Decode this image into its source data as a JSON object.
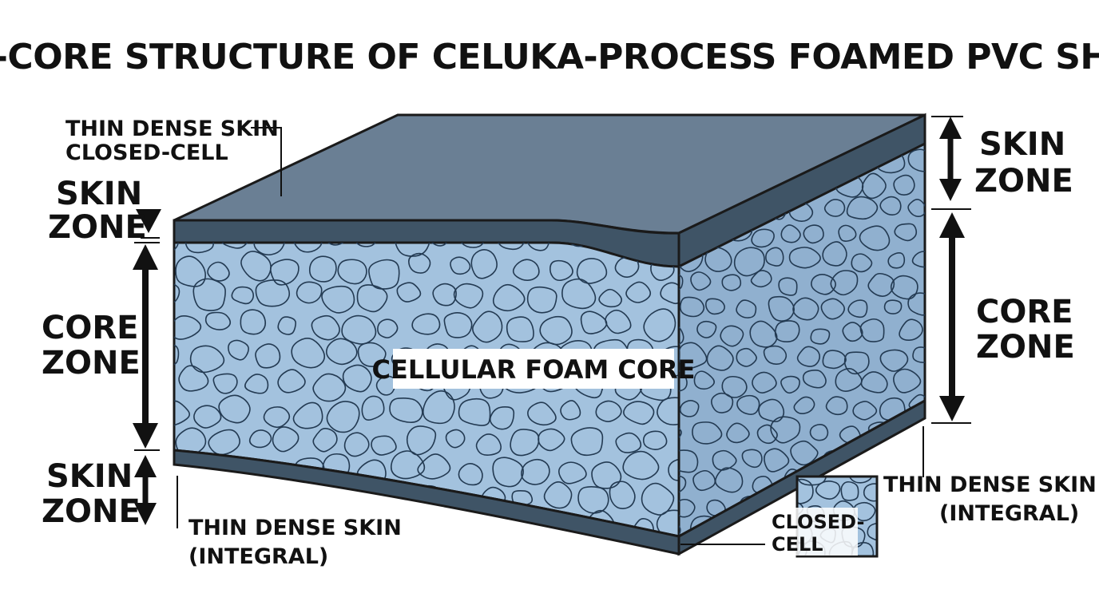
{
  "title": "SKIN-CORE STRUCTURE OF CELUKA-PROCESS FOAMED PVC SHEET",
  "labels": {
    "top_skin_note_line1": "THIN DENSE SKIN",
    "top_skin_note_line2": "CLOSED-CELL",
    "left_skin_top_line1": "SKIN",
    "left_skin_top_line2": "ZONE",
    "left_core_line1": "CORE",
    "left_core_line2": "ZONE",
    "left_skin_bottom_line1": "SKIN",
    "left_skin_bottom_line2": "ZONE",
    "bottom_skin_note_line1": "THIN DENSE SKIN",
    "bottom_skin_note_line2": "(INTEGRAL)",
    "center_label": "CELLULAR FOAM CORE",
    "right_skin_line1": "SKIN",
    "right_skin_line2": "ZONE",
    "right_core_line1": "CORE",
    "right_core_line2": "ZONE",
    "right_skin_note_line1": "THIN DENSE SKIN",
    "right_skin_note_line2": "(INTEGRAL)",
    "closed_cell_line1": "CLOSED-",
    "closed_cell_line2": "CELL"
  },
  "colors": {
    "skin_top": "#6a7f94",
    "skin_edge": "#3f5466",
    "foam_front": "#a3c2de",
    "foam_side": "#90b0cf",
    "cell_line": "#233a52",
    "outline": "#1a1a1a"
  }
}
